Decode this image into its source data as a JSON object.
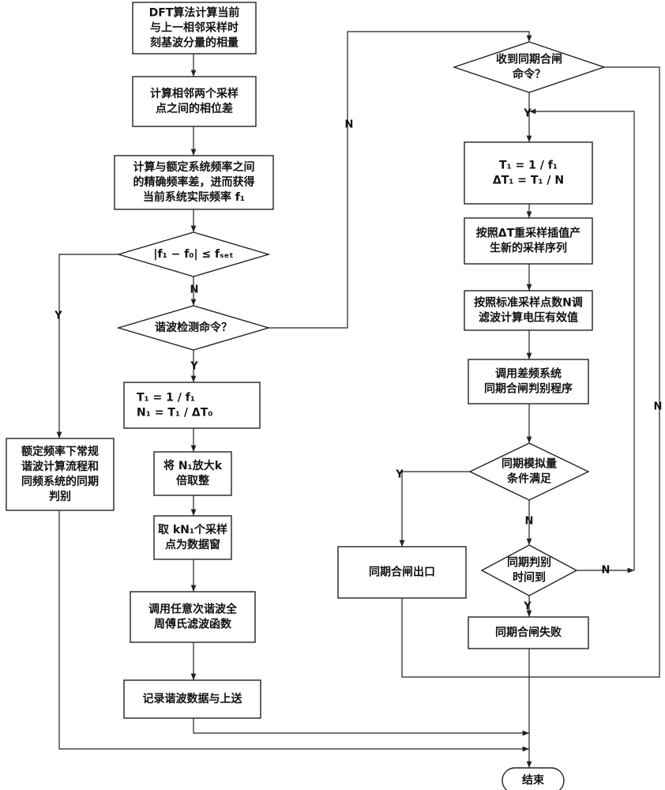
{
  "nodes": {
    "dft": [
      "DFT算法计算当前",
      "与上一相邻采样时",
      "刻基波分量的相量"
    ],
    "phase_diff": [
      "计算相邻两个采样",
      "点之间的相位差"
    ],
    "freq_diff": [
      "计算与额定系统频率之间",
      "的精确频率差，进而获得",
      "当前系统实际频率 f₁"
    ],
    "cond_freq": [
      "|f₁ − f₀| ≤ fₛₑₜ"
    ],
    "harmonic_cmd": [
      "谐波检测命令？"
    ],
    "calc_t1_n1": [
      "T₁ = 1 / f₁",
      "N₁ = T₁ / ΔT₀"
    ],
    "amplify": [
      "将 N₁放大k",
      "倍取整"
    ],
    "window": [
      "取 kN₁个采样",
      "点为数据窗"
    ],
    "fourier": [
      "调用任意次谐波全",
      "周傅氏滤波函数"
    ],
    "record": [
      "记录谐波数据与上送"
    ],
    "rated_flow": [
      "额定频率下常规",
      "谐波计算流程和",
      "同频系统的同期",
      "判别"
    ],
    "sync_cmd": [
      "收到同期合闸",
      "命令？"
    ],
    "calc_t1_dt": [
      "T₁ = 1 / f₁",
      "ΔT₁ = T₁ / N"
    ],
    "resample": [
      "按照ΔT重采样插值产",
      "生新的采样序列"
    ],
    "rms": [
      "按照标准采样点数N调",
      "滤波计算电压有效值"
    ],
    "diff_freq": [
      "调用差频系统",
      "同期合闸判别程序"
    ],
    "analog_cond": [
      "同期模拟量",
      "条件满足"
    ],
    "sync_exit": [
      "同期合闸出口"
    ],
    "time_check": [
      "同期判别",
      "时间到"
    ],
    "sync_fail": [
      "同期合闸失败"
    ],
    "end": [
      "结束"
    ]
  },
  "edge_labels": {
    "cond_no": "N",
    "cond_yes": "Y",
    "harm_yes": "Y",
    "harm_no": "N",
    "sync_yes": "Y",
    "sync_no": "N",
    "analog_yes": "Y",
    "analog_no": "N",
    "time_no": "N",
    "time_yes": "Y"
  }
}
